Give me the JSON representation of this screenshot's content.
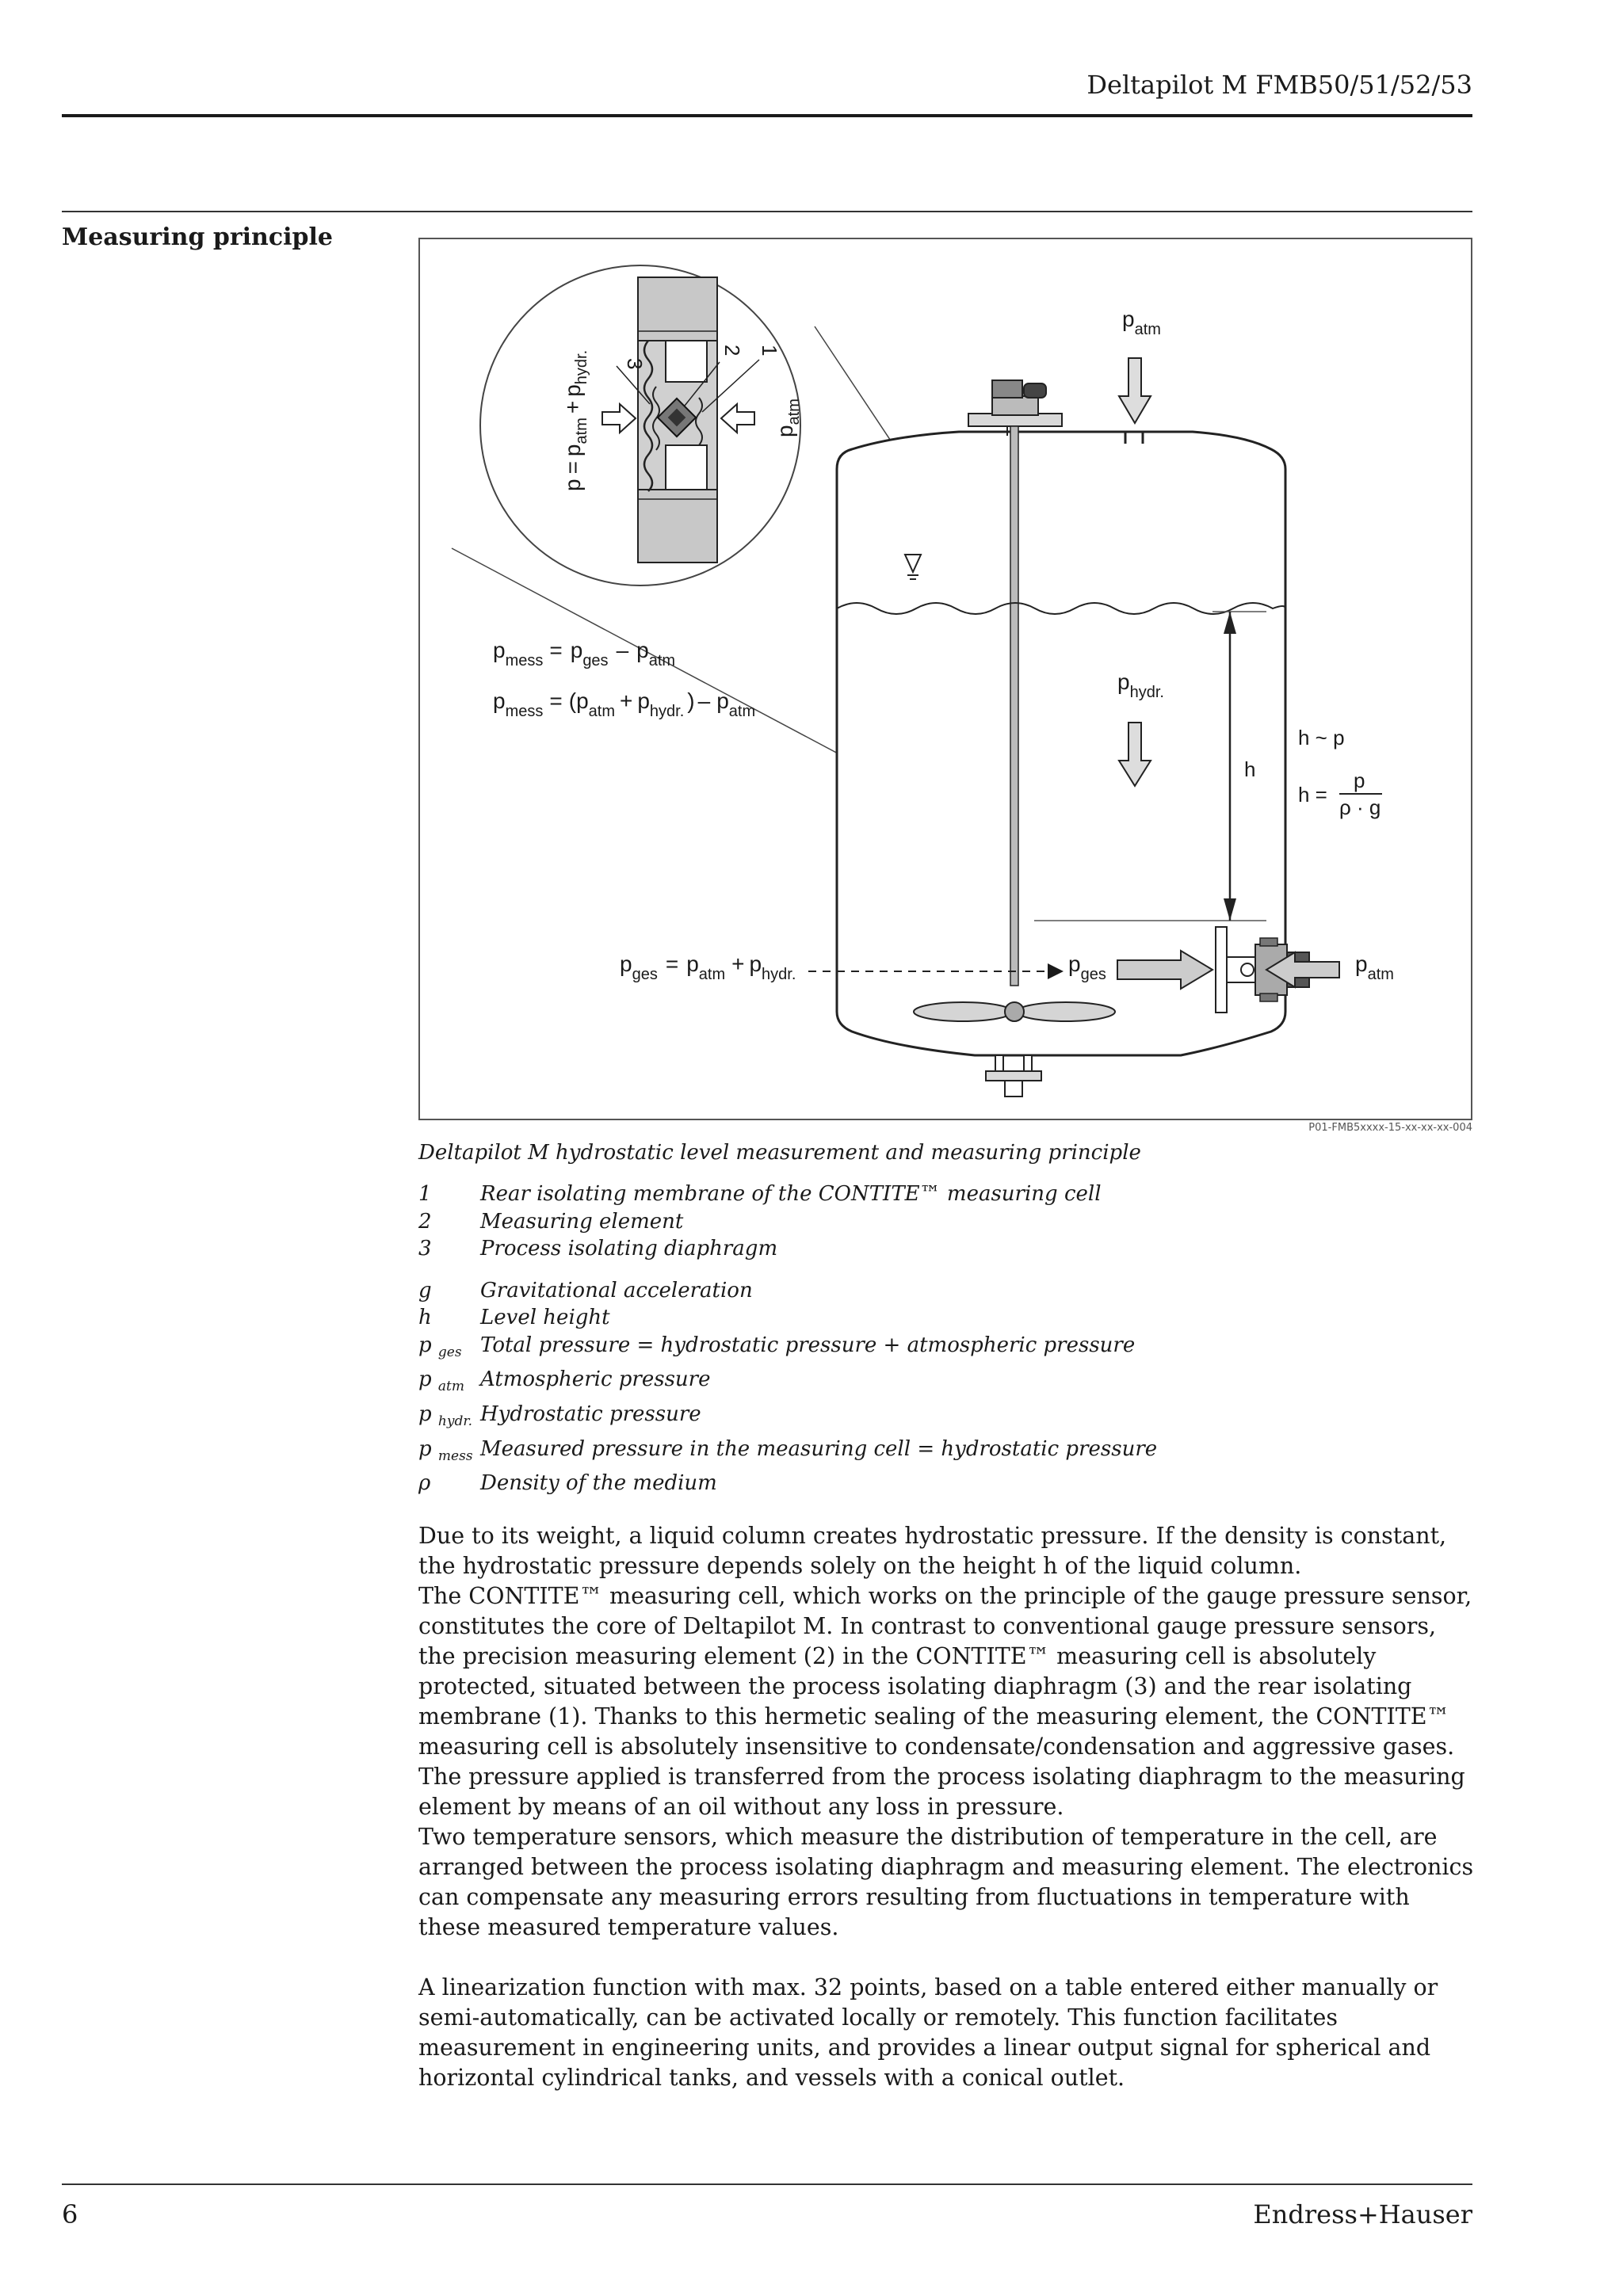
{
  "header": {
    "doc_title": "Deltapilot M FMB50/51/52/53"
  },
  "section": {
    "title": "Measuring principle"
  },
  "figure": {
    "id": "P01-FMB5xxxx-15-xx-xx-xx-004",
    "labels": {
      "p": "p",
      "atm": "atm",
      "hydr": "hydr.",
      "mess": "mess",
      "ges": "ges",
      "h": "h",
      "h_prop": "h ~ p",
      "h_eq": "h =",
      "rho_g": "ρ · g",
      "eq_sign": "=",
      "minus": "–",
      "plus": "+",
      "open_paren": "(",
      "close_paren": ")",
      "n1": "1",
      "n2": "2",
      "n3": "3"
    },
    "caption": "Deltapilot M hydrostatic level measurement and measuring principle"
  },
  "legend": {
    "numbered": [
      {
        "key": "1",
        "text": "Rear isolating membrane of the CONTITE™ measuring cell"
      },
      {
        "key": "2",
        "text": "Measuring element"
      },
      {
        "key": "3",
        "text": "Process isolating diaphragm"
      }
    ],
    "symbols": [
      {
        "key": "g",
        "sub": "",
        "text": "Gravitational acceleration"
      },
      {
        "key": "h",
        "sub": "",
        "text": "Level height"
      },
      {
        "key": "p",
        "sub": "ges",
        "text": "Total pressure = hydrostatic pressure + atmospheric pressure"
      },
      {
        "key": "p",
        "sub": "atm",
        "text": "Atmospheric pressure"
      },
      {
        "key": "p",
        "sub": "hydr.",
        "text": "Hydrostatic pressure"
      },
      {
        "key": "p",
        "sub": "mess",
        "text": "Measured pressure in the measuring cell = hydrostatic pressure"
      },
      {
        "key": "ρ",
        "sub": "",
        "text": "Density of the medium"
      }
    ]
  },
  "body": {
    "para1": "Due to its weight, a liquid column creates hydrostatic pressure. If the density is constant, the hydrostatic pressure depends solely on the height h of the liquid column.",
    "para2": "The CONTITE™ measuring cell, which works on the principle of the gauge pressure sensor, constitutes the core of Deltapilot M. In contrast to conventional gauge pressure sensors, the precision measuring element (2) in the CONTITE™ measuring cell is absolutely protected, situated between the process isolating diaphragm (3) and the rear isolating membrane (1). Thanks to this hermetic sealing of the measuring element, the CONTITE™ measuring cell is absolutely insensitive to condensate/condensation and aggressive gases. The pressure applied is transferred from the process isolating diaphragm to the measuring element by means of an oil without any loss in pressure.",
    "para3": "Two temperature sensors, which measure the distribution of temperature in the cell, are arranged between the process isolating diaphragm and measuring element. The electronics can compensate any measuring errors resulting from fluctuations in temperature with these measured temperature values.",
    "para4a": "A linearization function with max. 32 points, based on a table entered either manually or semi-automatically, can be activated locally or remotely. This function facilitates",
    "para4b": "measurement in engineering units, and provides a linear output signal for spherical and horizontal cylindrical tanks, and vessels with a conical outlet."
  },
  "footer": {
    "page": "6",
    "brand": "Endress+Hauser"
  }
}
